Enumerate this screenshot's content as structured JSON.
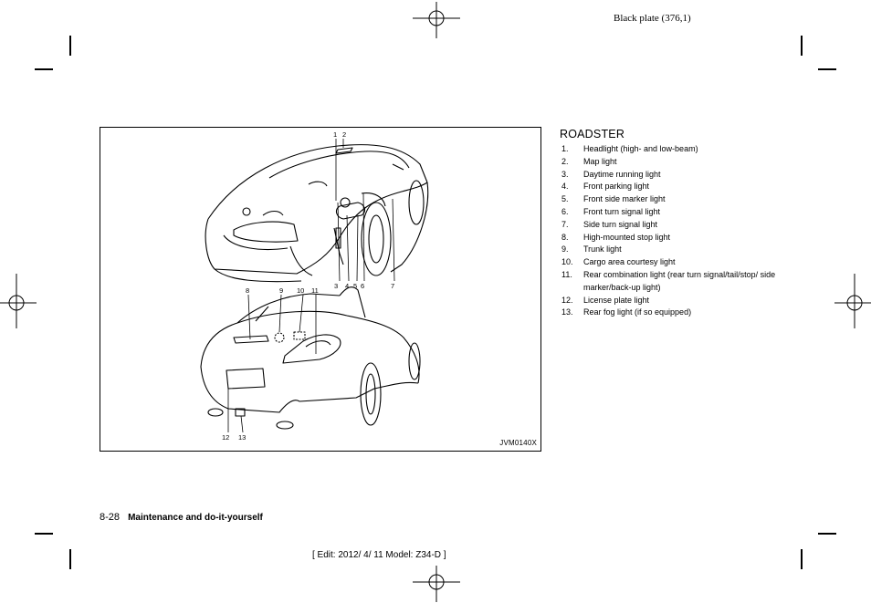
{
  "header": {
    "plate_text": "Black plate (376,1)"
  },
  "figure": {
    "code": "JVM0140X",
    "front_callouts": [
      "1",
      "2",
      "3",
      "4",
      "5",
      "6",
      "7"
    ],
    "rear_callouts": [
      "8",
      "9",
      "10",
      "11",
      "12",
      "13"
    ]
  },
  "section": {
    "title": "ROADSTER",
    "items": [
      {
        "num": "1.",
        "text": "Headlight (high- and low-beam)"
      },
      {
        "num": "2.",
        "text": "Map light"
      },
      {
        "num": "3.",
        "text": "Daytime running light"
      },
      {
        "num": "4.",
        "text": "Front parking light"
      },
      {
        "num": "5.",
        "text": "Front side marker light"
      },
      {
        "num": "6.",
        "text": "Front turn signal light"
      },
      {
        "num": "7.",
        "text": "Side turn signal light"
      },
      {
        "num": "8.",
        "text": "High-mounted stop light"
      },
      {
        "num": "9.",
        "text": "Trunk light"
      },
      {
        "num": "10.",
        "text": "Cargo area courtesy light"
      },
      {
        "num": "11.",
        "text": "Rear combination light (rear turn signal/tail/stop/ side marker/back-up light)"
      },
      {
        "num": "12.",
        "text": "License plate light"
      },
      {
        "num": "13.",
        "text": "Rear fog light (if so equipped)"
      }
    ]
  },
  "footer": {
    "page_number": "8-28",
    "section_name": "Maintenance and do-it-yourself",
    "edit_info": "[ Edit: 2012/ 4/ 11   Model:  Z34-D ]"
  }
}
